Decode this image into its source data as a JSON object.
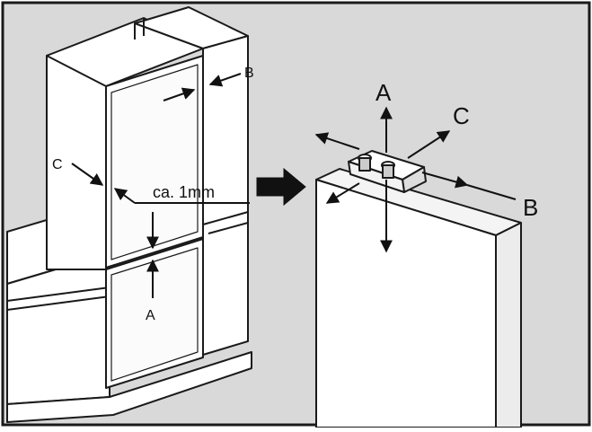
{
  "diagram": {
    "left_labels": {
      "B": "B",
      "C": "C",
      "A": "A",
      "gap": "ca. 1mm"
    },
    "right_labels": {
      "A": "A",
      "C": "C",
      "B": "B"
    },
    "colors": {
      "background": "#d9d9d9",
      "frame": "#1a1a1a",
      "panel_light": "#ffffff",
      "panel_shade": "#eeeeee",
      "arrow": "#111111"
    }
  }
}
